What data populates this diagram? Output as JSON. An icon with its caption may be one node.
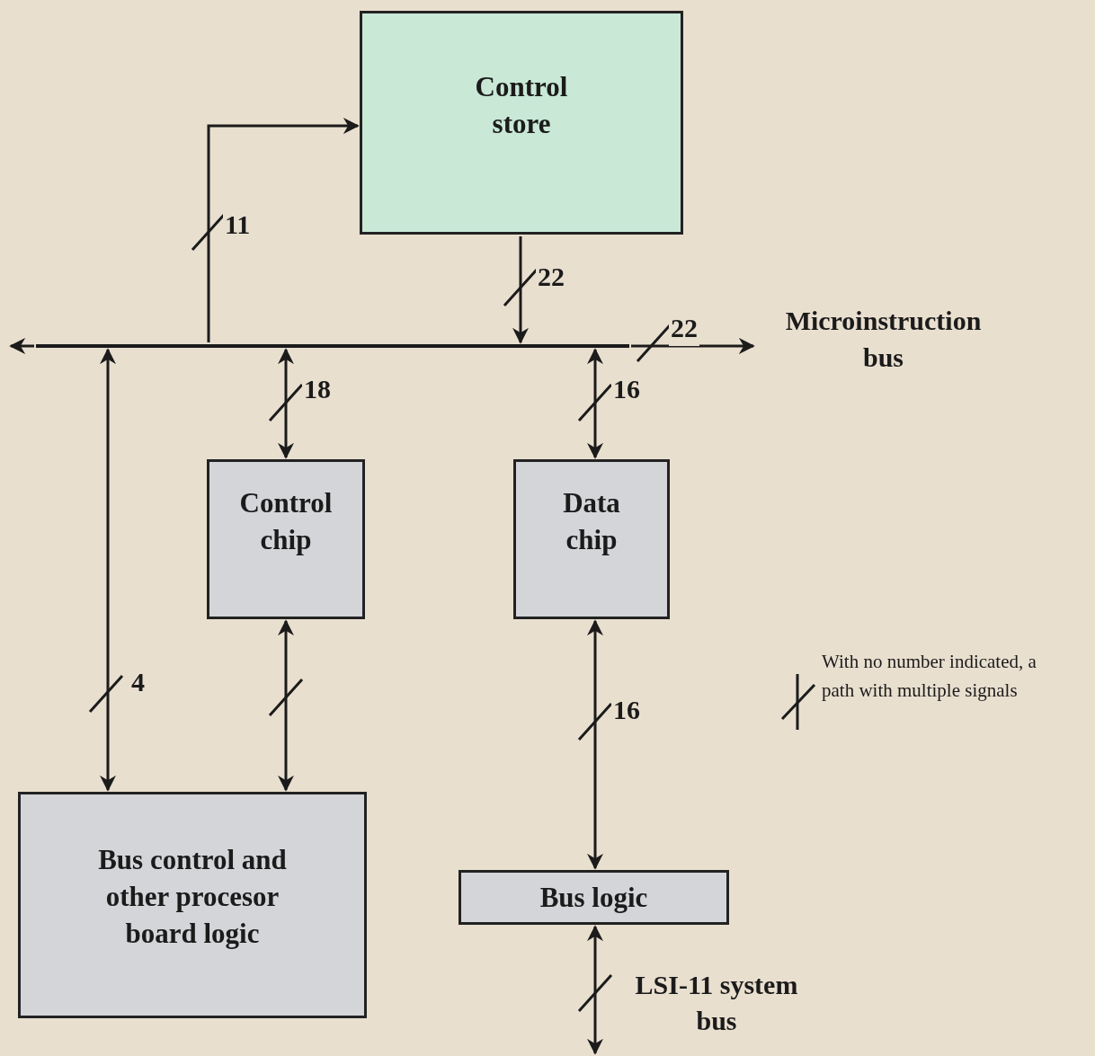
{
  "diagram": {
    "nodes": [
      {
        "text": [
          "Control store"
        ]
      },
      {
        "text": [],
        "shape": "bar"
      },
      {
        "text": [
          "Control chip"
        ]
      },
      {
        "text": [
          "Data chip"
        ]
      },
      {
        "text": [
          "Bus control and other procesor board logic"
        ]
      },
      {
        "text": [
          "Bus logic"
        ]
      }
    ],
    "edges": [
      {
        "from": 1,
        "to": 0,
        "arrow": "to",
        "label": "11"
      },
      {
        "from": 0,
        "to": 1,
        "arrow": "to",
        "label": "22"
      },
      {
        "from": 1,
        "to": null,
        "arrow": "to"
      },
      {
        "from": 1,
        "to": null,
        "arrow": "to",
        "label": "22"
      },
      {
        "from": 1,
        "to": 2,
        "arrow": "both",
        "label": "18"
      },
      {
        "from": 1,
        "to": 3,
        "arrow": "both",
        "label": "16"
      },
      {
        "from": 1,
        "to": 4,
        "arrow": "both",
        "label": "4"
      },
      {
        "from": 2,
        "to": 4,
        "arrow": "both"
      },
      {
        "from": 3,
        "to": 5,
        "arrow": "both",
        "label": "16"
      },
      {
        "from": 5,
        "to": null,
        "arrow": "both",
        "label": "LSI-11 system bus"
      }
    ],
    "labels": [
      "Microinstruction bus"
    ],
    "legend": [
      {
        "text": "With no number indicated, a path with multiple signals"
      }
    ]
  }
}
